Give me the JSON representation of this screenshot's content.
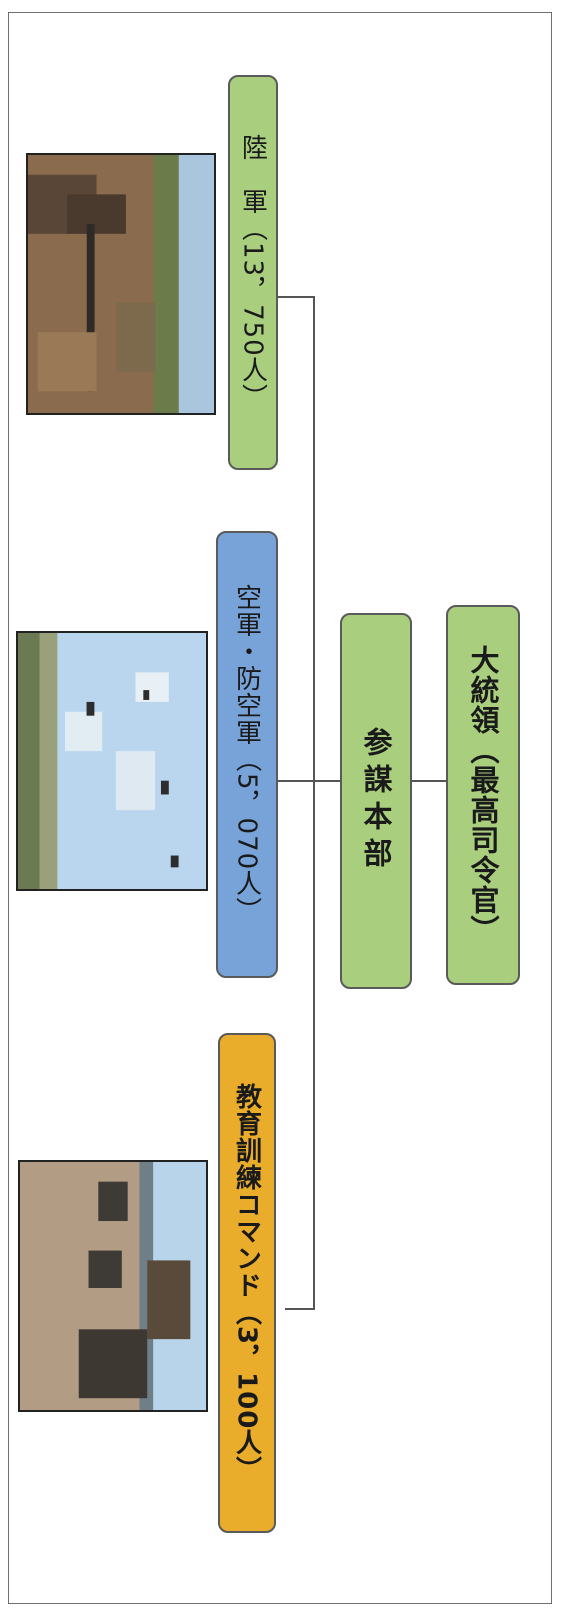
{
  "org": {
    "president": "大統領（最高司令官）",
    "general_staff": "参謀本部",
    "army": "陸　軍（13，750人）",
    "air_force": "空軍・防空軍（5，070人）",
    "training_command": "教育訓練コマンド（3，100人）"
  },
  "colors": {
    "green": "#a9cf7e",
    "blue": "#78a3d8",
    "orange": "#e9ad2b",
    "line": "#555555"
  },
  "photos": {
    "army": "soldiers-with-mortar-photo",
    "air_force": "aircraft-flyby-photo",
    "training": "soldiers-training-photo"
  }
}
